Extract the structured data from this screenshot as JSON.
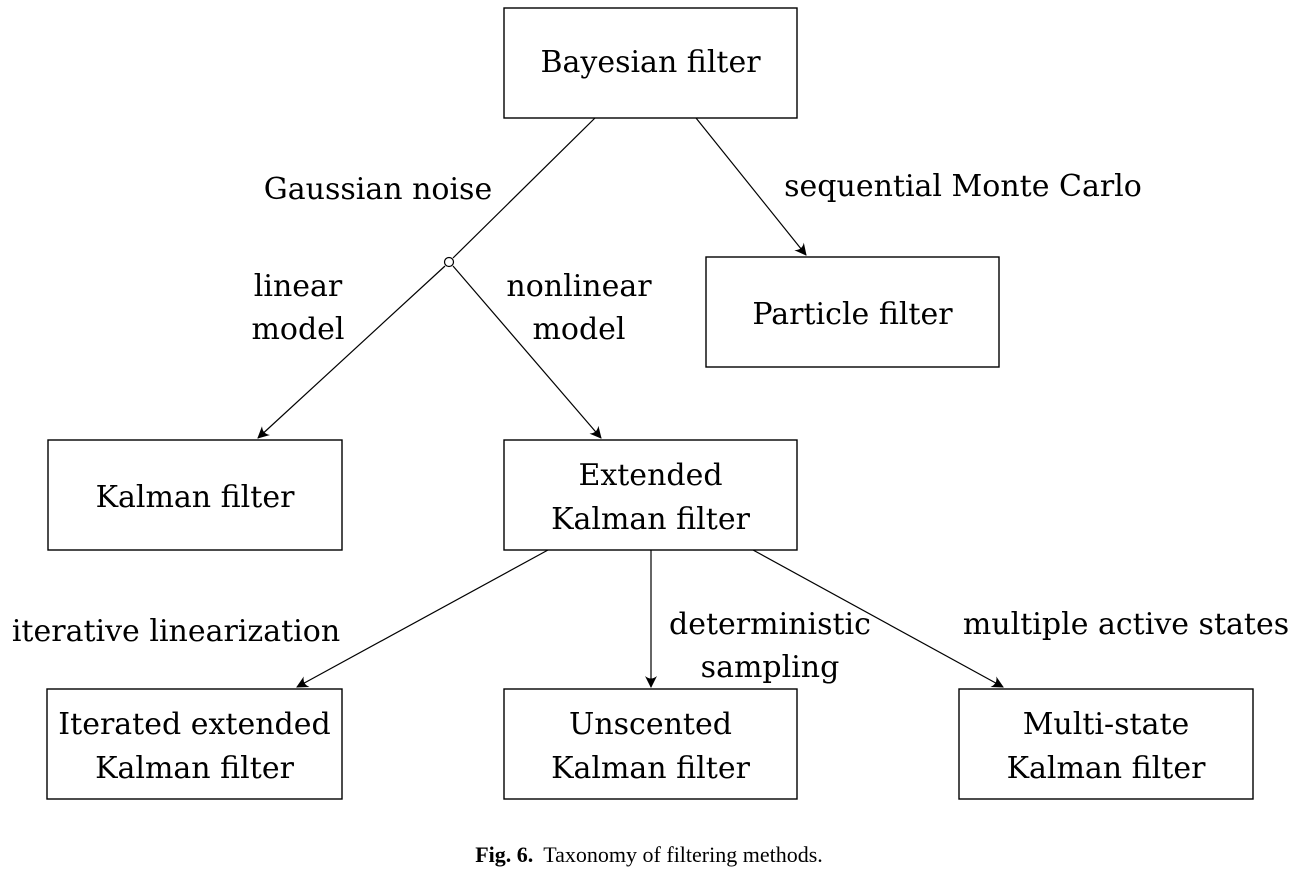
{
  "diagram": {
    "nodes": {
      "bayesian": {
        "lines": [
          "Bayesian filter"
        ]
      },
      "particle": {
        "lines": [
          "Particle filter"
        ]
      },
      "kalman": {
        "lines": [
          "Kalman filter"
        ]
      },
      "extended": {
        "lines": [
          "Extended",
          "Kalman filter"
        ]
      },
      "iterated": {
        "lines": [
          "Iterated extended",
          "Kalman filter"
        ]
      },
      "unscented": {
        "lines": [
          "Unscented",
          "Kalman filter"
        ]
      },
      "multistate": {
        "lines": [
          "Multi-state",
          "Kalman filter"
        ]
      }
    },
    "edge_labels": {
      "gaussian": [
        "Gaussian noise"
      ],
      "smc": [
        "sequential Monte Carlo"
      ],
      "linear": [
        "linear",
        "model"
      ],
      "nonlinear": [
        "nonlinear",
        "model"
      ],
      "iterative": [
        "iterative linearization"
      ],
      "deterministic": [
        "deterministic",
        "sampling"
      ],
      "multiple": [
        "multiple active states"
      ]
    }
  },
  "caption": {
    "figure_label": "Fig. 6.",
    "text": "Taxonomy of filtering methods."
  }
}
